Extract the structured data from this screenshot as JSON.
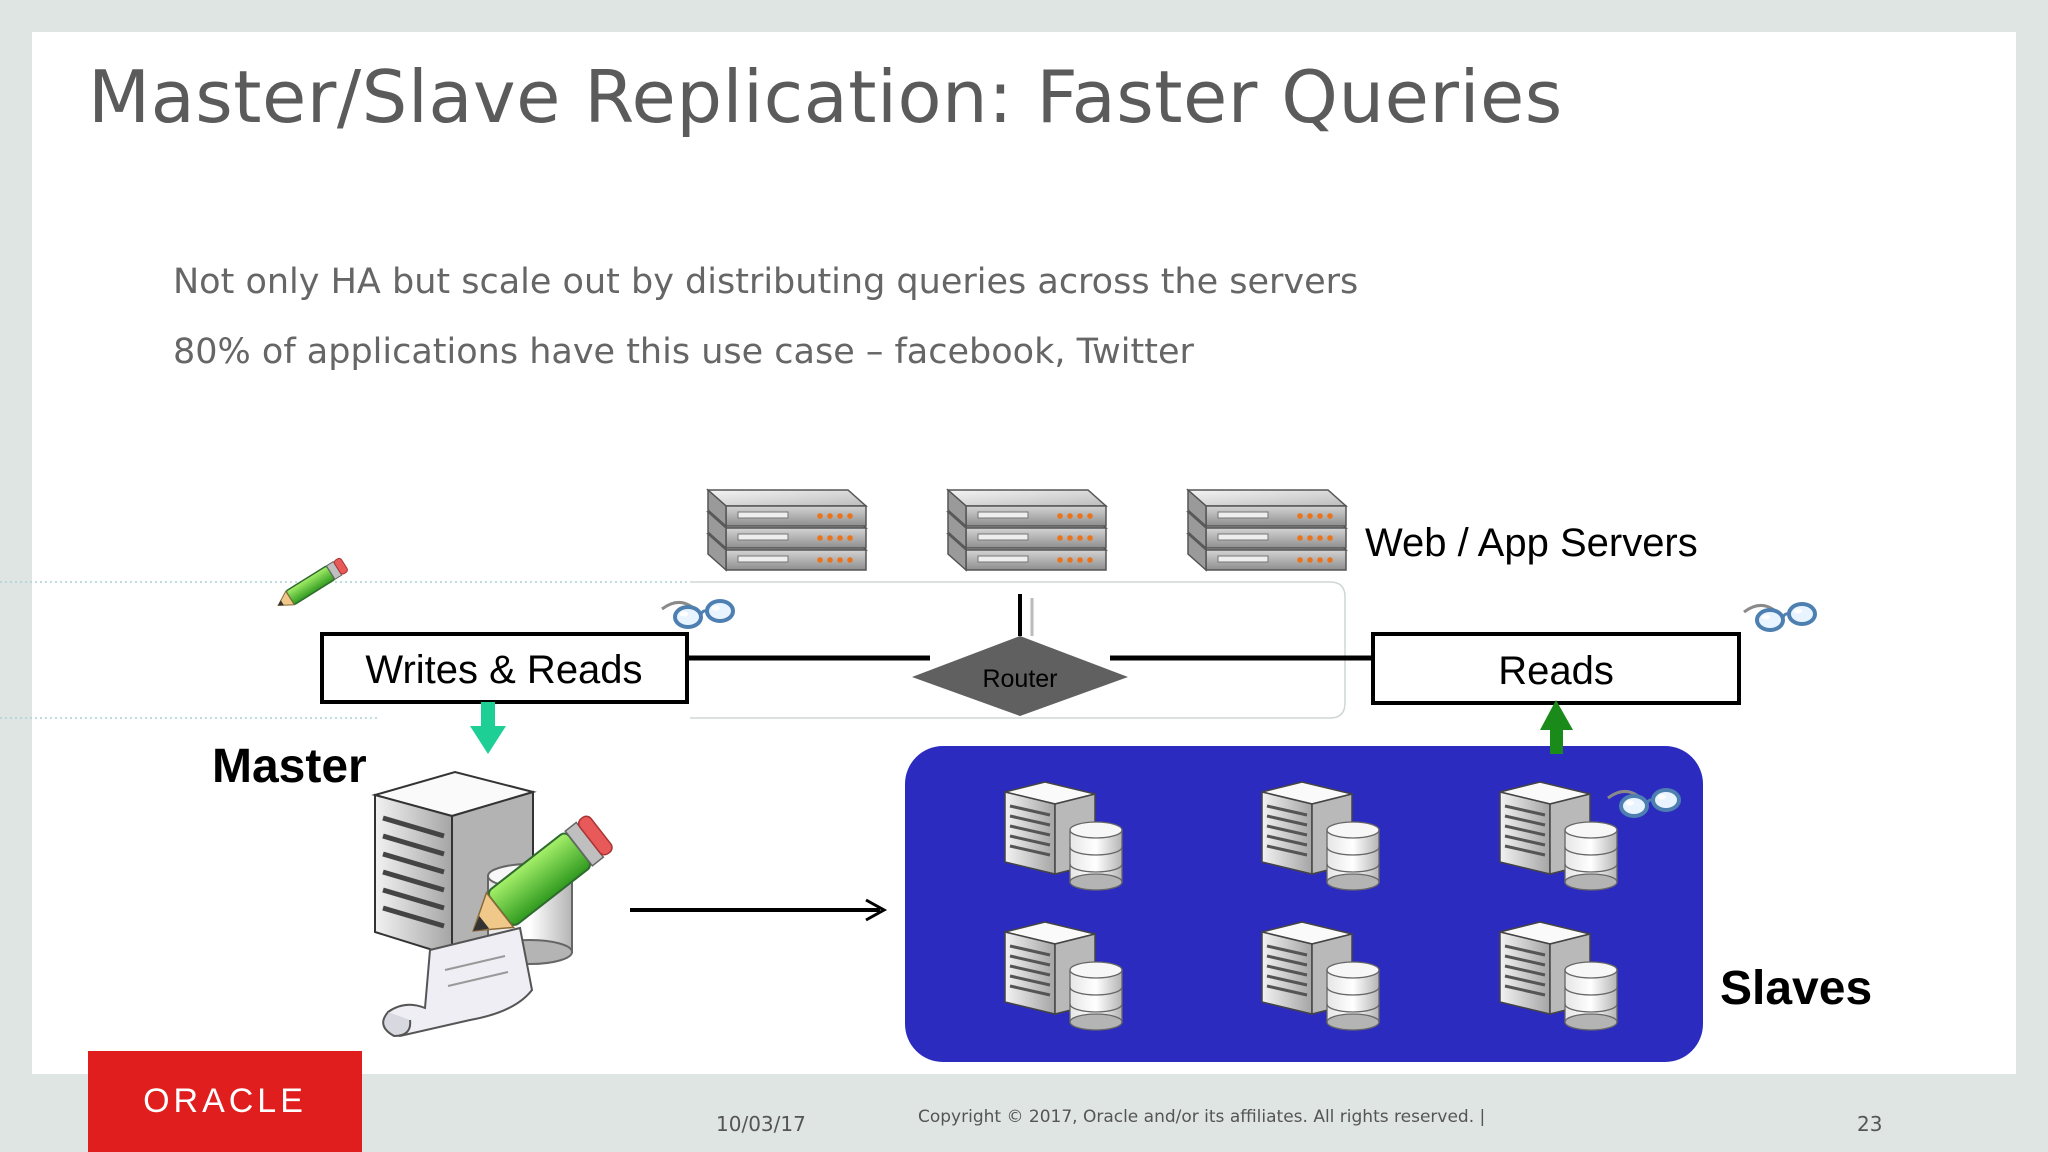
{
  "slide": {
    "title": "Master/Slave Replication: Faster Queries",
    "bullets": [
      "Not only HA but scale out by distributing queries across the servers",
      "80% of applications have this use case – facebook, Twitter"
    ]
  },
  "diagram": {
    "web_app_servers_label": "Web / App Servers",
    "writes_reads_label": "Writes & Reads",
    "router_label": "Router",
    "reads_label": "Reads",
    "master_label": "Master",
    "slaves_label": "Slaves"
  },
  "footer": {
    "logo_text": "ORACLE",
    "date": "10/03/17",
    "copyright": "Copyright © 2017, Oracle and/or its affiliates. All rights reserved.  |",
    "page_number": "23"
  },
  "colors": {
    "slaves_panel": "#2b2bc0",
    "router": "#606060",
    "arrow_teal": "#1ecf95",
    "arrow_green": "#1a8a1a",
    "oracle_red": "#e01e1e"
  }
}
